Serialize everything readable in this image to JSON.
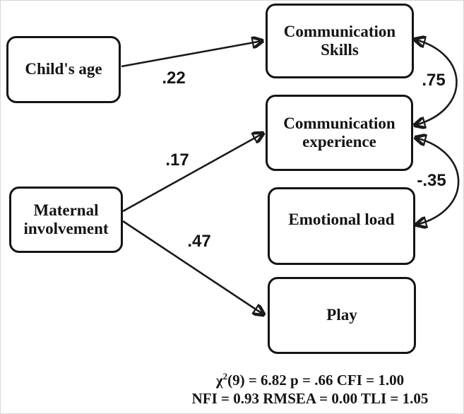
{
  "figure": {
    "type": "sem-path-diagram",
    "background_color": "#ffffff",
    "line_color": "#1a1a1a"
  },
  "nodes": {
    "childs_age": {
      "label": "Child's age"
    },
    "communication_skills": {
      "label": "Communication\nSkills"
    },
    "communication_experience": {
      "label": "Communication\nexperience"
    },
    "emotional_load": {
      "label": "Emotional load"
    },
    "maternal_involvement": {
      "label": "Maternal\ninvolvement"
    },
    "play": {
      "label": "Play"
    }
  },
  "paths": {
    "age_to_skills": {
      "coefficient": ".22"
    },
    "maternal_to_experience": {
      "coefficient": ".17"
    },
    "maternal_to_play": {
      "coefficient": ".47"
    },
    "skills_experience_covariance": {
      "coefficient": ".75"
    },
    "experience_load_covariance": {
      "coefficient": "-.35"
    }
  },
  "stats": {
    "line1_chi": "χ",
    "line1_sup": "2",
    "line1_rest": "(9) = 6.82 p = .66 CFI = 1.00",
    "line2": "NFI = 0.93 RMSEA = 0.00 TLI = 1.05"
  }
}
